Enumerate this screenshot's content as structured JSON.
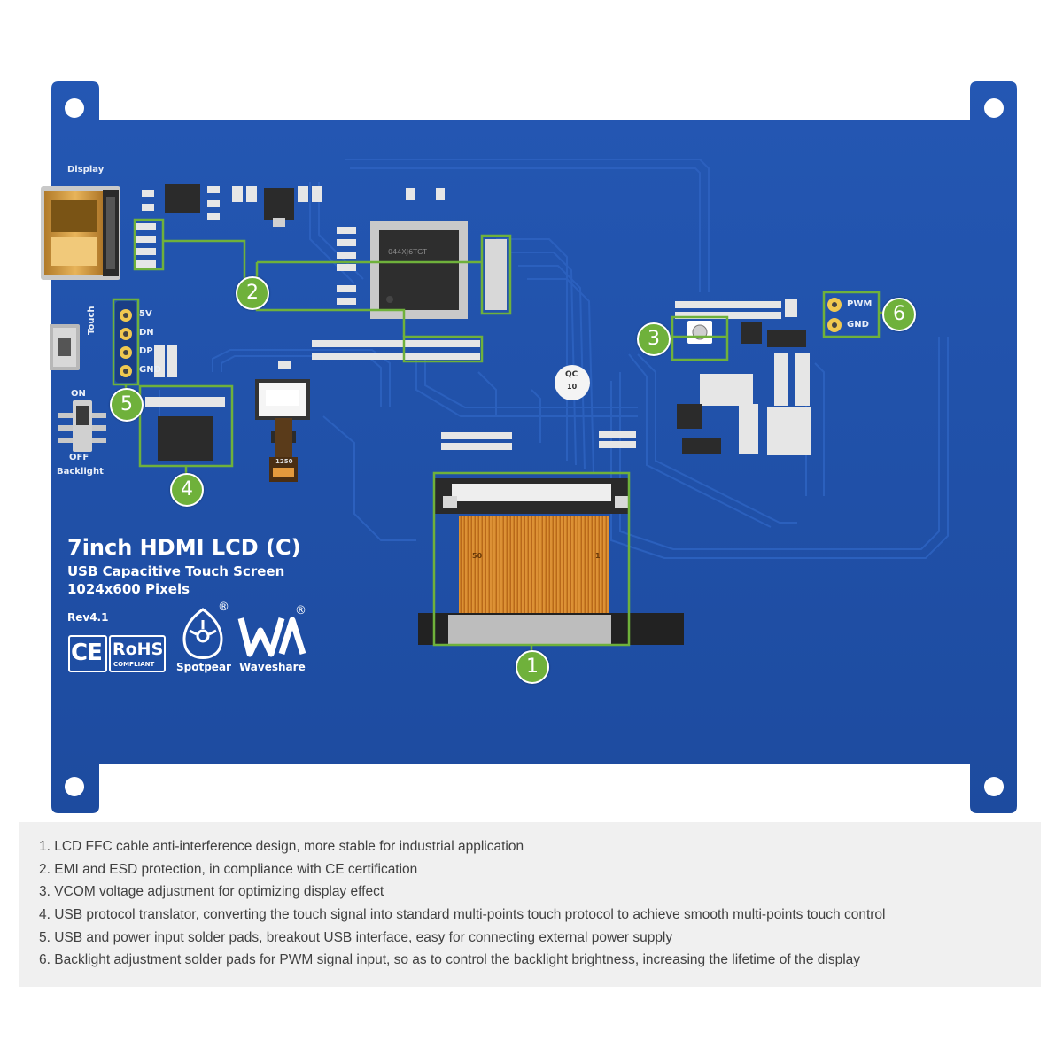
{
  "colors": {
    "pcb": "#1f4fa8",
    "pcb_dark": "#173f8c",
    "trace": "#2a5cb6",
    "callout_green": "#6fb13b",
    "caption_bg": "#f0f0f0",
    "caption_text": "#404040"
  },
  "board": {
    "title": "7inch HDMI LCD (C)",
    "subtitle1": "USB Capacitive Touch Screen",
    "subtitle2": "1024x600 Pixels",
    "revision": "Rev4.1",
    "ce_mark": "CE",
    "rohs_main": "RoHS",
    "rohs_sub": "COMPLIANT",
    "registered": "®",
    "brand1": "Spotpear",
    "brand2": "Waveshare",
    "silk": {
      "display": "Display",
      "touch": "Touch",
      "on": "ON",
      "off": "OFF",
      "backlight": "Backlight",
      "pad_5v": "5V",
      "pad_dn": "DN",
      "pad_dp": "DP",
      "pad_gnd": "GND",
      "pwm": "PWM",
      "gnd": "GND",
      "qc": "QC",
      "qc_num": "10",
      "ffc_50": "50",
      "ffc_1": "1",
      "chip_mark": "044XJ6TGT",
      "small_chip": "1250"
    }
  },
  "callouts": [
    "1",
    "2",
    "3",
    "4",
    "5",
    "6"
  ],
  "features": [
    "1. LCD FFC cable anti-interference design, more stable for industrial application",
    "2. EMI and ESD protection, in compliance with CE certification",
    "3. VCOM voltage adjustment for optimizing display effect",
    "4. USB protocol translator, converting the touch signal into standard multi-points touch protocol to achieve smooth multi-points touch control",
    "5. USB and power input solder pads, breakout USB interface, easy for connecting external power supply",
    "6. Backlight adjustment solder pads for PWM signal input, so as to control the backlight brightness, increasing the lifetime of the display"
  ]
}
